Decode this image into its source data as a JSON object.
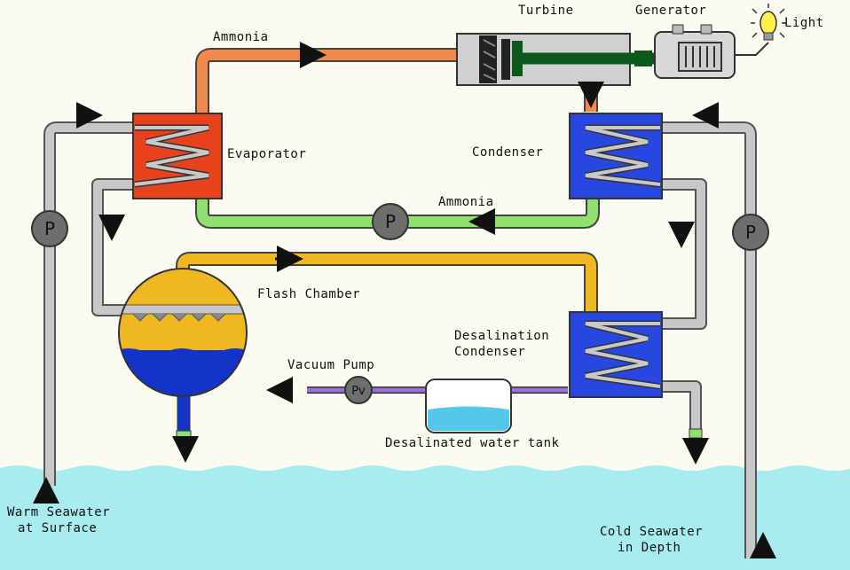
{
  "labels": {
    "turbine": "Turbine",
    "generator": "Generator",
    "light": "Light",
    "ammonia_top": "Ammonia",
    "evaporator": "Evaporator",
    "condenser": "Condenser",
    "ammonia_mid": "Ammonia",
    "flash_chamber": "Flash Chamber",
    "desal_condenser_1": "Desalination",
    "desal_condenser_2": "Condenser",
    "vacuum_pump": "Vacuum Pump",
    "tank": "Desalinated water tank",
    "warm_1": "Warm Seawater",
    "warm_2": "at Surface",
    "cold_1": "Cold Seawater",
    "cold_2": "in Depth"
  },
  "pump_symbol": "P",
  "vacuum_pump_symbol": "Pv",
  "colors": {
    "ammonia_hot": "#f08a4b",
    "ammonia_cold": "#90e070",
    "steam": "#f0b820",
    "seawater_pipe": "#c8c8c8",
    "vacuum_line": "#9b6fd8",
    "evaporator": "#e8421c",
    "condenser": "#2846e0",
    "sea": "#a8ecf0"
  }
}
